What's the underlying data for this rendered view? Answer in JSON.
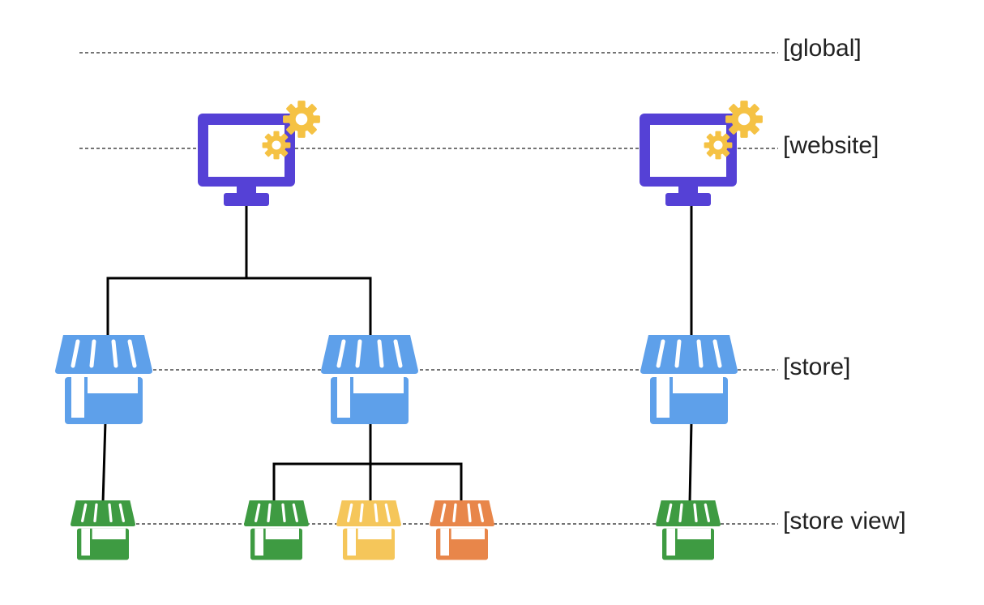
{
  "labels": {
    "global": "[global]",
    "website": "[website]",
    "store": "[store]",
    "store_view": "[store view]"
  },
  "colors": {
    "website_monitor": "#5541d6",
    "gear": "#f5c244",
    "store": "#5ea0ea",
    "store_view_green": "#3e9b42",
    "store_view_yellow": "#f5c65a",
    "store_view_orange": "#e8864a",
    "connector": "#000000",
    "dashed_line": "#222222"
  },
  "icons": {
    "website": "monitor-with-gears-icon",
    "store": "storefront-icon",
    "store_view": "storefront-icon"
  },
  "hierarchy": {
    "websites": [
      {
        "stores": [
          {
            "store_views": [
              "green"
            ]
          },
          {
            "store_views": [
              "green",
              "yellow",
              "orange"
            ]
          }
        ]
      },
      {
        "stores": [
          {
            "store_views": [
              "green"
            ]
          }
        ]
      }
    ]
  }
}
